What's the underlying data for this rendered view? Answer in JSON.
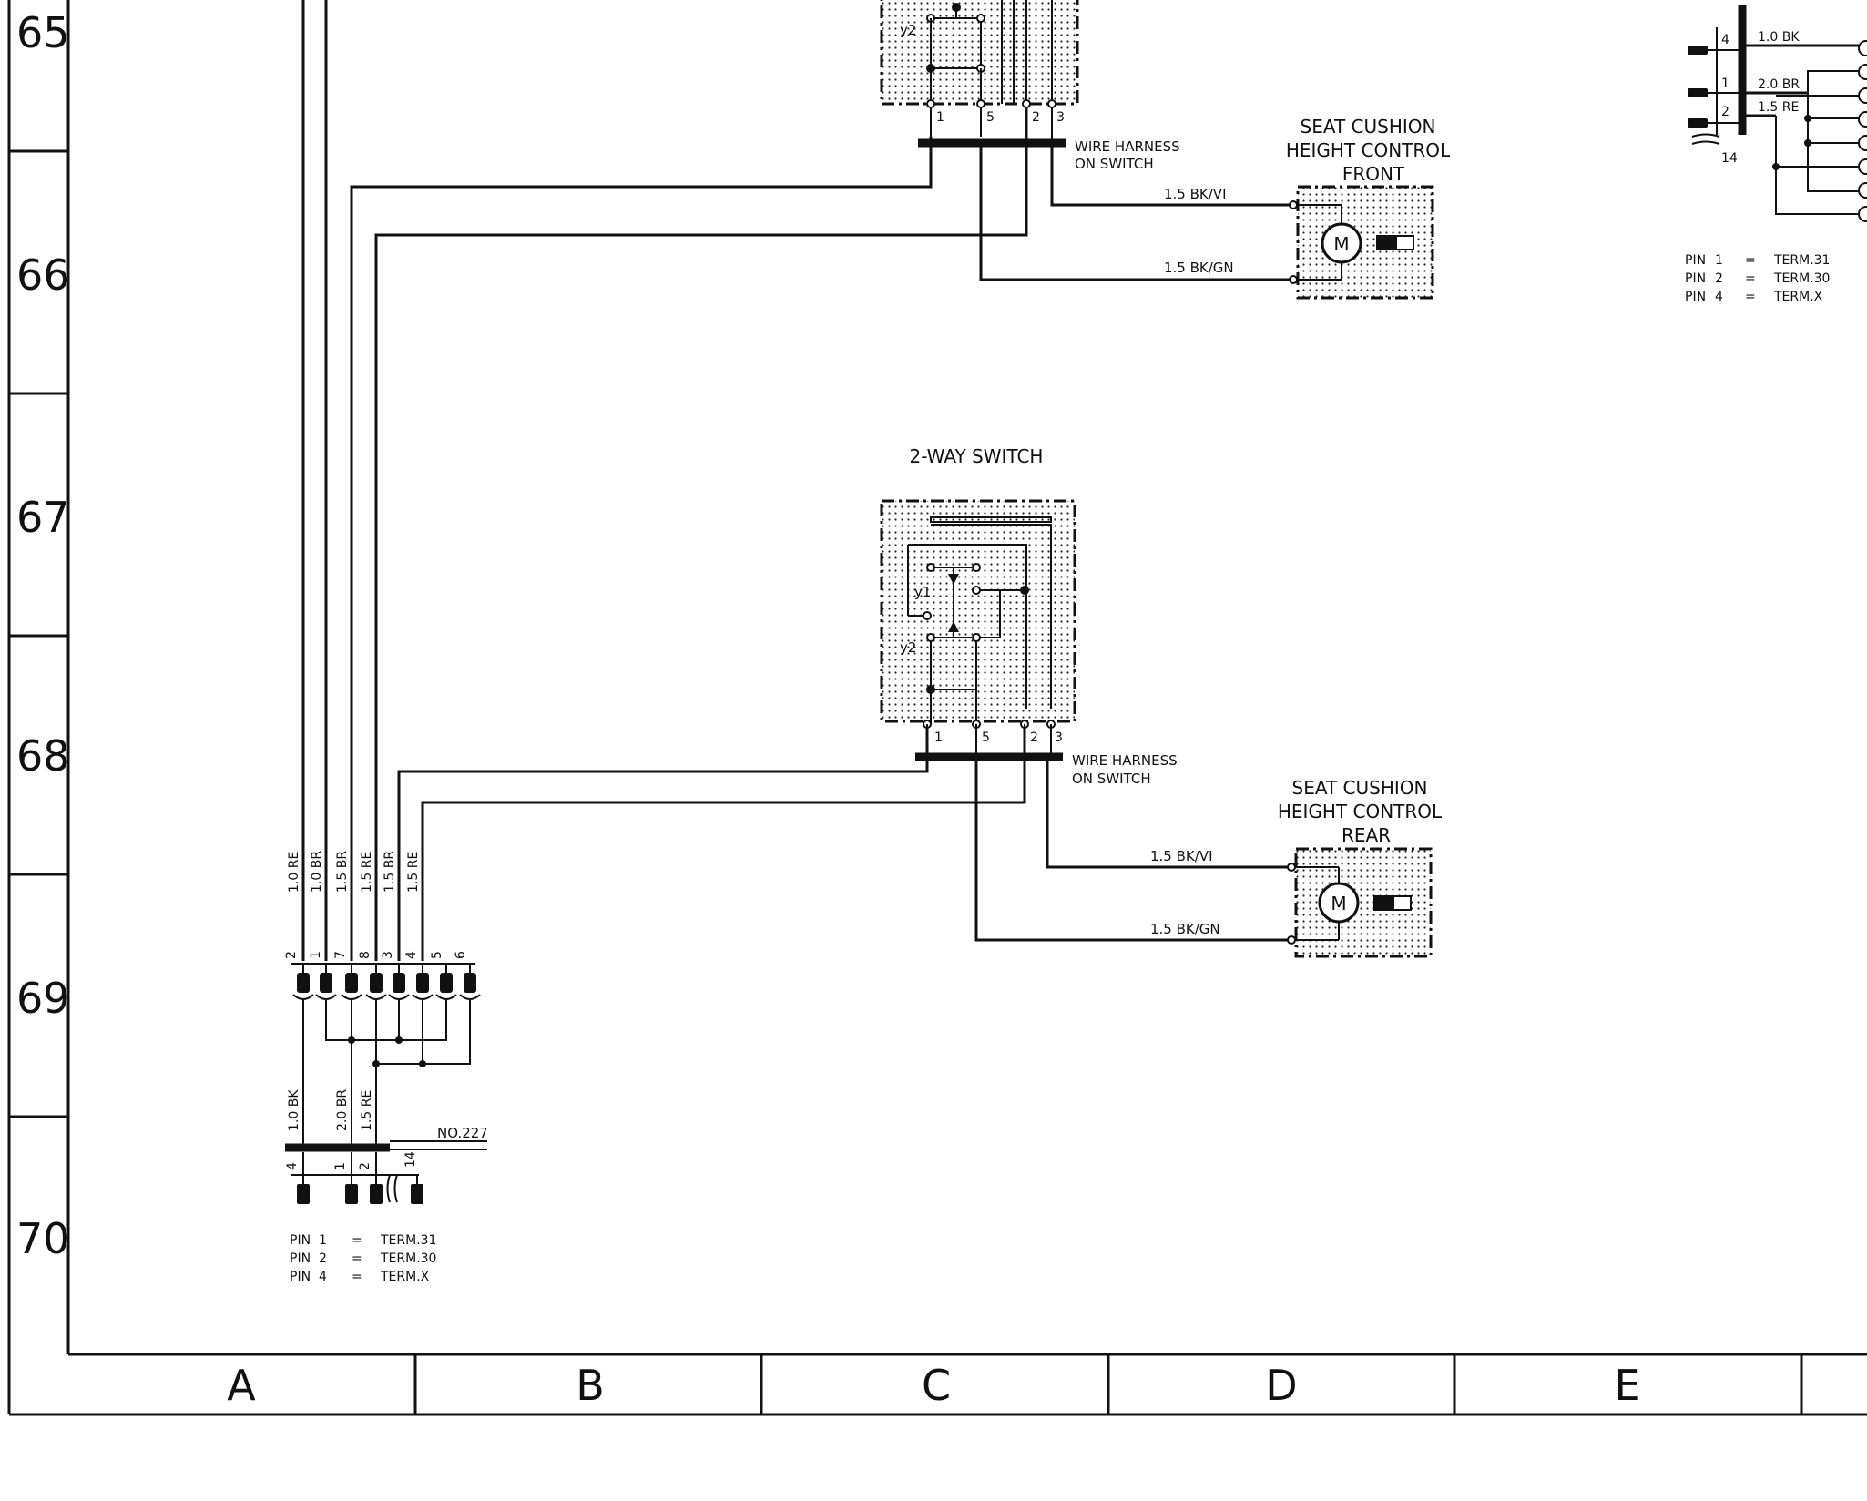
{
  "row_labels": [
    "65",
    "66",
    "67",
    "68",
    "69",
    "70"
  ],
  "column_labels": [
    "A",
    "B",
    "C",
    "D",
    "E"
  ],
  "wire_harness_label_line1": "WIRE HARNESS",
  "wire_harness_label_line2": "ON SWITCH",
  "switch_top": {
    "pins": [
      "1",
      "5",
      "2",
      "3"
    ],
    "contact": "y2"
  },
  "switch_bottom": {
    "title": "2-WAY SWITCH",
    "pins": [
      "1",
      "5",
      "2",
      "3"
    ],
    "contact_1": "y1",
    "contact_2": "y2"
  },
  "motor_front": {
    "title_line1": "SEAT CUSHION",
    "title_line2": "HEIGHT CONTROL",
    "title_line3": "FRONT",
    "symbol": "M",
    "wire_1": "1.5 BK/VI",
    "wire_2": "1.5 BK/GN"
  },
  "motor_rear": {
    "title_line1": "SEAT CUSHION",
    "title_line2": "HEIGHT CONTROL",
    "title_line3": "REAR",
    "symbol": "M",
    "wire_1": "1.5 BK/VI",
    "wire_2": "1.5 BK/GN"
  },
  "main_connector": {
    "wire_labels": [
      "1.0 RE",
      "1.0 BR",
      "1.5 BR",
      "1.5 RE",
      "1.5 BR",
      "1.5 RE"
    ],
    "pin_numbers": [
      "2",
      "1",
      "7",
      "8",
      "3",
      "4",
      "5",
      "6"
    ],
    "lower_wire_labels": [
      "1.0 BK",
      "2.0 BR",
      "1.5 RE"
    ],
    "lower_pin_numbers": [
      "4",
      "1",
      "2"
    ],
    "connector_14": "14",
    "ref": "NO.227",
    "pin_table": [
      {
        "pin": "PIN",
        "num": "1",
        "eq": "=",
        "term": "TERM.31"
      },
      {
        "pin": "PIN",
        "num": "2",
        "eq": "=",
        "term": "TERM.30"
      },
      {
        "pin": "PIN",
        "num": "4",
        "eq": "=",
        "term": "TERM.X"
      }
    ]
  },
  "top_right_connector": {
    "wire_labels": [
      "1.0 BK",
      "2.0 BR",
      "1.5 RE"
    ],
    "pin_numbers": [
      "4",
      "1",
      "2"
    ],
    "connector_14": "14",
    "pin_table": [
      {
        "pin": "PIN",
        "num": "1",
        "eq": "=",
        "term": "TERM.31"
      },
      {
        "pin": "PIN",
        "num": "2",
        "eq": "=",
        "term": "TERM.30"
      },
      {
        "pin": "PIN",
        "num": "4",
        "eq": "=",
        "term": "TERM.X"
      }
    ]
  }
}
